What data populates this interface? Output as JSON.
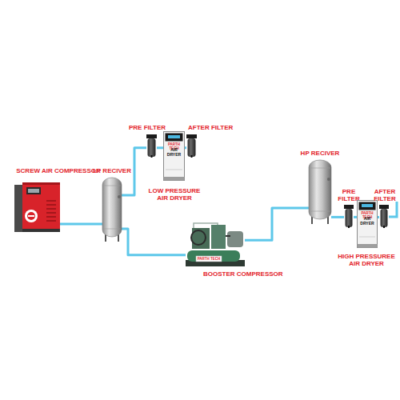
{
  "diagram": {
    "nodes": [
      {
        "text": [
          "SCREW AIR COMPRESSOR"
        ]
      },
      {
        "text": [
          "LP RECIVER"
        ]
      },
      {
        "text": [
          "PRE FILTER"
        ]
      },
      {
        "text": [
          "PARTH TECH",
          "AIR DRYER",
          "LOW PRESSURE AIR DRYER"
        ]
      },
      {
        "text": [
          "AFTER FILTER"
        ]
      },
      {
        "text": [
          "PARTH TECH",
          "BOOSTER COMPRESSOR"
        ]
      },
      {
        "text": [
          "HP RECIVER"
        ]
      },
      {
        "text": [
          "PRE FILTER"
        ]
      },
      {
        "text": [
          "PARTH TECH",
          "AIR DRYER",
          "HIGH PRESSUREE AIR DRYER"
        ]
      },
      {
        "text": [
          "AFTER FILTER"
        ]
      }
    ],
    "edges": [
      {
        "from": 0,
        "to": 1,
        "arrow": "none"
      },
      {
        "from": 1,
        "to": 2,
        "arrow": "none"
      },
      {
        "from": 2,
        "to": 3,
        "arrow": "none"
      },
      {
        "from": 3,
        "to": 4,
        "arrow": "none"
      },
      {
        "from": 1,
        "to": 5,
        "arrow": "none"
      },
      {
        "from": 5,
        "to": 6,
        "arrow": "none"
      },
      {
        "from": 6,
        "to": 7,
        "arrow": "none"
      },
      {
        "from": 7,
        "to": 8,
        "arrow": "none"
      },
      {
        "from": 8,
        "to": 9,
        "arrow": "none"
      }
    ]
  }
}
